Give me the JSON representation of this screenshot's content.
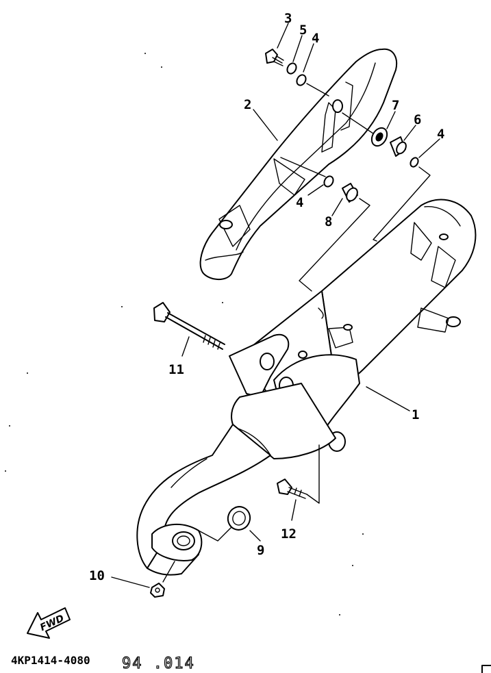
{
  "diagram": {
    "callouts": [
      {
        "id": "1",
        "label": "1"
      },
      {
        "id": "2",
        "label": "2"
      },
      {
        "id": "3",
        "label": "3"
      },
      {
        "id": "4a",
        "label": "4"
      },
      {
        "id": "4b",
        "label": "4"
      },
      {
        "id": "4c",
        "label": "4"
      },
      {
        "id": "5",
        "label": "5"
      },
      {
        "id": "6",
        "label": "6"
      },
      {
        "id": "7",
        "label": "7"
      },
      {
        "id": "8",
        "label": "8"
      },
      {
        "id": "9",
        "label": "9"
      },
      {
        "id": "10",
        "label": "10"
      },
      {
        "id": "11",
        "label": "11"
      },
      {
        "id": "12",
        "label": "12"
      }
    ],
    "fwd_label": "FWD",
    "drawing_code": "4KP1414-4080",
    "stamp_text": "94 .014"
  }
}
